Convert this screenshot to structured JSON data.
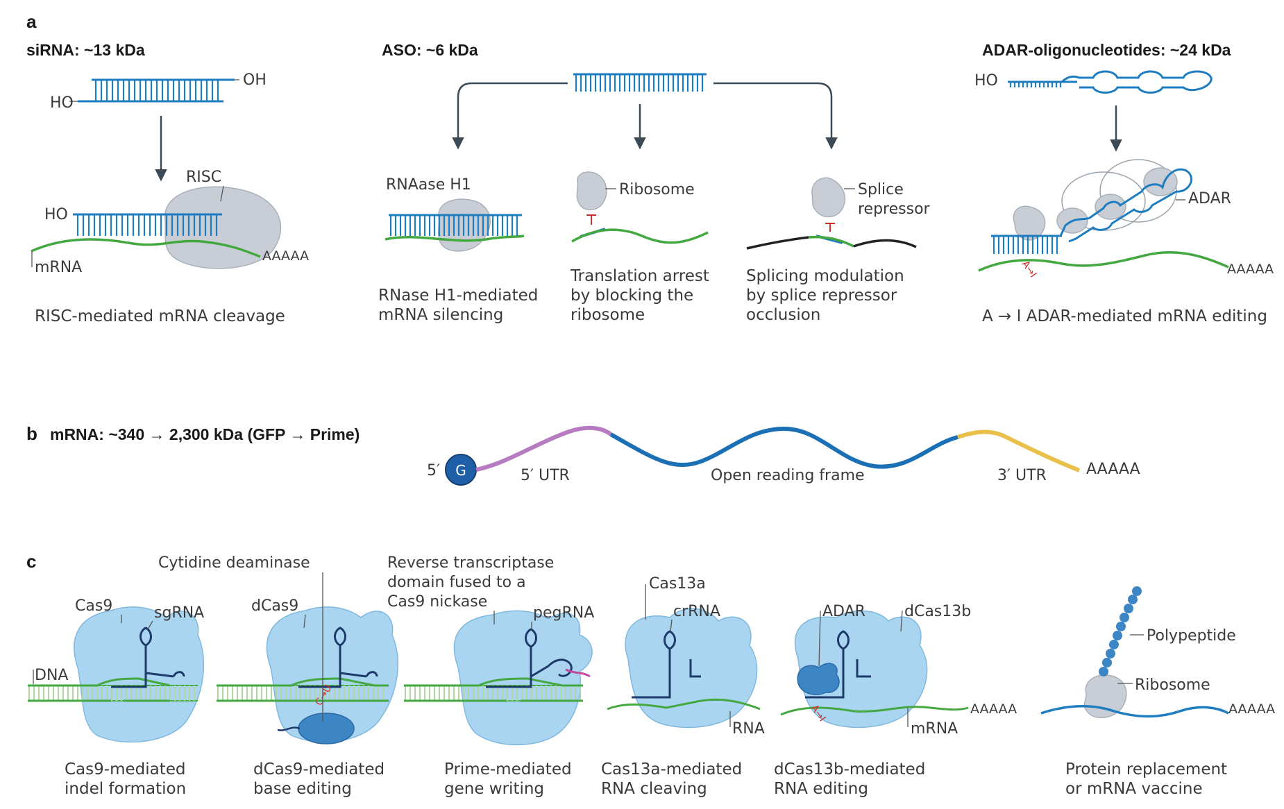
{
  "panels": {
    "a": {
      "label": "a",
      "sirna": {
        "title": "siRNA: ~13 kDa",
        "ho_top": "HO",
        "oh": "OH",
        "ho_bottom": "HO",
        "risc": "RISC",
        "mrna": "mRNA",
        "polya": "AAAAA",
        "caption": "RISC-mediated mRNA cleavage"
      },
      "aso": {
        "title": "ASO: ~6 kDa",
        "rnase_label": "RNAase H1",
        "rnase_caption": [
          "RNase H1-mediated",
          "mRNA silencing"
        ],
        "ribosome_label": "Ribosome",
        "translation_caption": [
          "Translation arrest",
          "by blocking the",
          "ribosome"
        ],
        "splice_label": [
          "Splice",
          "repressor"
        ],
        "splice_caption": [
          "Splicing modulation",
          "by splice repressor",
          "occlusion"
        ]
      },
      "adar": {
        "title": "ADAR-oligonucleotides: ~24 kDa",
        "ho": "HO",
        "adar_label": "ADAR",
        "polya": "AAAAA",
        "edit_mark": "A→I",
        "caption": "A → I ADAR-mediated mRNA editing"
      }
    },
    "b": {
      "label": "b",
      "title": "mRNA: ~340 → 2,300 kDa (GFP → Prime)",
      "five_prime": "5′",
      "cap": "G",
      "utr5": "5′ UTR",
      "orf": "Open reading frame",
      "utr3": "3′ UTR",
      "polya": "AAAAA",
      "colors": {
        "utr5": "#b67bc1",
        "orf": "#1a6fb5",
        "utr3": "#e9c04a",
        "cap": "#1f5fa8"
      }
    },
    "c": {
      "label": "c",
      "cas9": {
        "protein": "Cas9",
        "guide": "sgRNA",
        "dna": "DNA",
        "caption": [
          "Cas9-mediated",
          "indel formation"
        ]
      },
      "base": {
        "deaminase": "Cytidine deaminase",
        "protein": "dCas9",
        "edit_mark": "C→U",
        "caption": [
          "dCas9-mediated",
          "base editing"
        ]
      },
      "prime": {
        "rt_label": [
          "Reverse transcriptase",
          "domain fused to a",
          "Cas9 nickase"
        ],
        "guide": "pegRNA",
        "caption": [
          "Prime-mediated",
          "gene writing"
        ]
      },
      "cas13a": {
        "protein": "Cas13a",
        "guide": "crRNA",
        "rna": "RNA",
        "caption": [
          "Cas13a-mediated",
          "RNA cleaving"
        ]
      },
      "cas13b": {
        "adar": "ADAR",
        "protein": "dCas13b",
        "edit_mark": "A→I",
        "mrna": "mRNA",
        "polya": "AAAAA",
        "caption": [
          "dCas13b-mediated",
          "RNA editing"
        ]
      },
      "vaccine": {
        "polypeptide": "Polypeptide",
        "ribosome": "Ribosome",
        "polya": "AAAAA",
        "caption": [
          "Protein replacement",
          "or mRNA vaccine"
        ]
      }
    }
  }
}
